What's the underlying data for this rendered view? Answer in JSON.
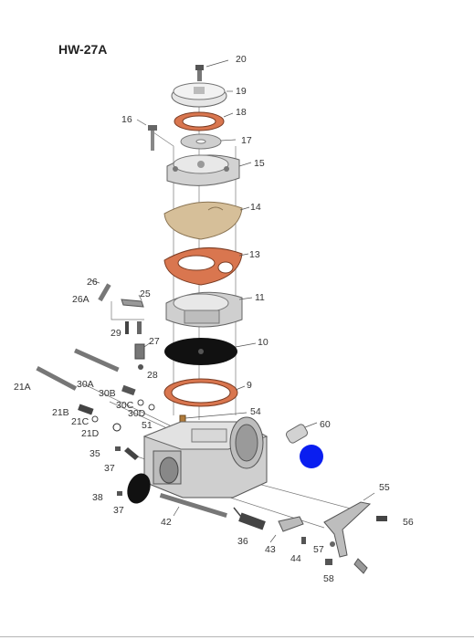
{
  "title": "HW-27A",
  "labels": {
    "p20": "20",
    "p19": "19",
    "p18": "18",
    "p17": "17",
    "p16": "16",
    "p15": "15",
    "p14": "14",
    "p13": "13",
    "p26": "26",
    "p26a": "26A",
    "p25": "25",
    "p11": "11",
    "p29": "29",
    "p27": "27",
    "p10": "10",
    "p21a": "21A",
    "p30a": "30A",
    "p28": "28",
    "p30b": "30B",
    "p9": "9",
    "p30c": "30C",
    "p30d": "30D",
    "p21b": "21B",
    "p54": "54",
    "p21c": "21C",
    "p51": "51",
    "p60": "60",
    "p21d": "21D",
    "p35": "35",
    "p37a": "37",
    "p55": "55",
    "p38": "38",
    "p37b": "37",
    "p42": "42",
    "p56": "56",
    "p36": "36",
    "p43": "43",
    "p57": "57",
    "p44": "44",
    "p58": "58"
  },
  "colors": {
    "gasket": "#d9764f",
    "diaphragm": "#d6bf99",
    "black_diaphragm": "#111111",
    "metal": "#c7c7c7",
    "metal_dark": "#8a8a8a",
    "marker": "#0a1ef0"
  }
}
